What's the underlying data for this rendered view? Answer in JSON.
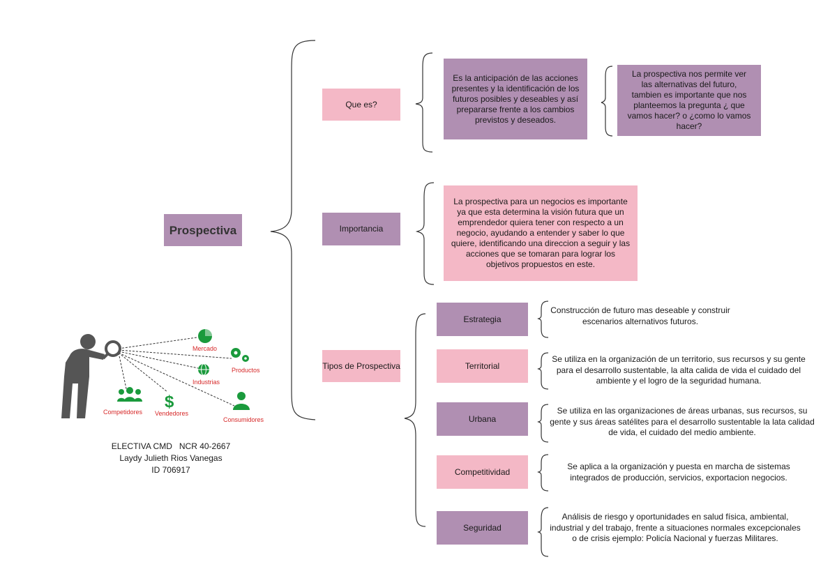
{
  "root": {
    "title": "Prospectiva"
  },
  "que_es": {
    "label": "Que es?",
    "definition": "Es la anticipación de las acciones presentes y la identificación de los futuros posibles y deseables y así prepararse frente a los cambios previstos y deseados.",
    "detail": "La prospectiva nos permite ver las alternativas del futuro, tambien es importante que nos planteemos la pregunta ¿ que vamos hacer? o ¿como lo vamos hacer?"
  },
  "importancia": {
    "label": "Importancia",
    "text": "La prospectiva para un negocios es importante ya que esta determina la visión futura que un emprendedor quiera tener con respecto a un negocio, ayudando a entender y saber lo que quiere, identificando una direccion a seguir y las acciones que se tomaran para lograr los objetivos propuestos en este."
  },
  "tipos": {
    "label": "Tipos de Prospectiva",
    "items": [
      {
        "label": "Estrategia",
        "text": "Construcción de futuro mas deseable y construir escenarios alternativos futuros."
      },
      {
        "label": "Territorial",
        "text": "Se utiliza en la organización de un territorio, sus recursos y su gente para el desarrollo sustentable, la alta calida de vida el cuidado del ambiente y el logro de la seguridad humana."
      },
      {
        "label": "Urbana",
        "text": "Se utiliza en las organizaciones de áreas urbanas, sus recursos, su gente y sus áreas satélites para el desarrollo sustentable la lata calidad de vida, el cuidado del medio ambiente."
      },
      {
        "label": "Competitividad",
        "text": "Se aplica a la organización y puesta en marcha de sistemas integrados de producción, servicios, exportacion negocios."
      },
      {
        "label": "Seguridad",
        "text": "Análisis de riesgo y oportunidades en salud física, ambiental, industrial y del trabajo, frente a situaciones normales excepcionales o de crisis ejemplo: Policía Nacional y fuerzas Militares."
      }
    ]
  },
  "illustration": {
    "labels": [
      "Mercado",
      "Productos",
      "Industrias",
      "Competidores",
      "Vendedores",
      "Consumidores"
    ],
    "icons": [
      "person-magnifier-icon",
      "pie-chart-icon",
      "gears-icon",
      "globe-icon",
      "group-icon",
      "dollar-icon",
      "user-icon"
    ],
    "accent_green": "#1a9a3c",
    "accent_red": "#d62828",
    "figure_gray": "#555555"
  },
  "author": {
    "line1": "ELECTIVA CMD   NCR 40-2667",
    "line2": "Laydy Julieth Rios Vanegas",
    "line3": "ID 706917"
  },
  "colors": {
    "purple": "#b08fb2",
    "pink": "#f4b8c6"
  }
}
